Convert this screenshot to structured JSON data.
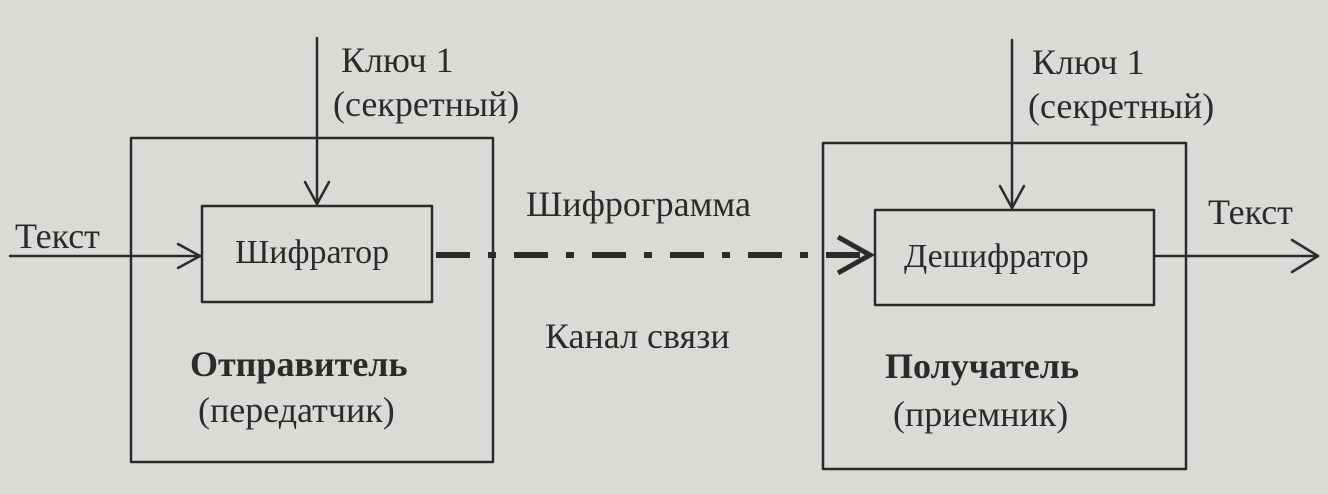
{
  "sender": {
    "key_label": "Ключ 1",
    "key_type": "(секретный)",
    "input_label": "Текст",
    "encryptor_label": "Шифратор",
    "name": "Отправитель",
    "subtitle": "(передатчик)"
  },
  "channel": {
    "cipher_label": "Шифрограмма",
    "channel_label": "Канал связи"
  },
  "receiver": {
    "key_label": "Ключ 1",
    "key_type": "(секретный)",
    "output_label": "Текст",
    "decryptor_label": "Дешифратор",
    "name": "Получатель",
    "subtitle": "(приемник)"
  }
}
